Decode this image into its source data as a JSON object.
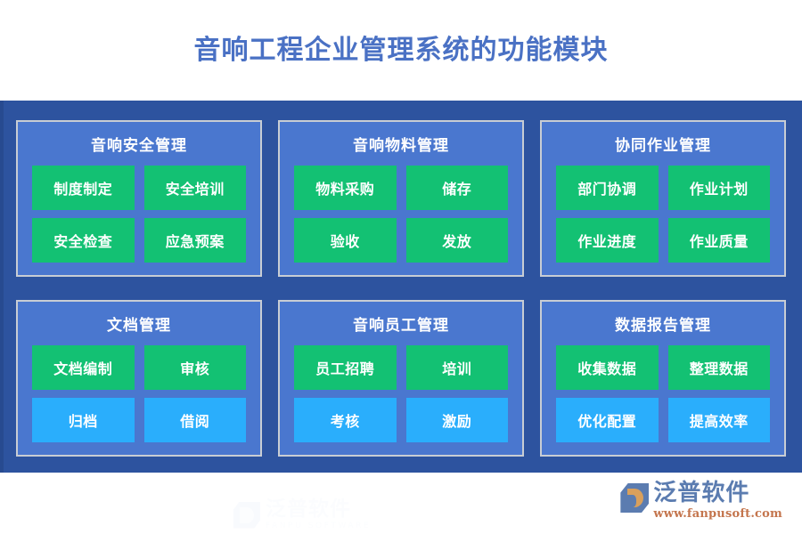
{
  "page": {
    "title": "音响工程企业管理系统的功能模块",
    "title_color": "#4a71c4",
    "panel_color": "#2d539f",
    "card_color": "#4a77cf",
    "card_border_color": "#c8cdd4",
    "green_color": "#13c173",
    "blue_color": "#2aaefc"
  },
  "watermark": {
    "cn": "泛普软件",
    "en": "FANPU SOFTWARE"
  },
  "cards": [
    {
      "title": "音响安全管理",
      "buttons": [
        {
          "label": "制度制定",
          "color": "green"
        },
        {
          "label": "安全培训",
          "color": "green"
        },
        {
          "label": "安全检查",
          "color": "green"
        },
        {
          "label": "应急预案",
          "color": "green"
        }
      ]
    },
    {
      "title": "音响物料管理",
      "buttons": [
        {
          "label": "物料采购",
          "color": "green"
        },
        {
          "label": "储存",
          "color": "green"
        },
        {
          "label": "验收",
          "color": "green"
        },
        {
          "label": "发放",
          "color": "green"
        }
      ]
    },
    {
      "title": "协同作业管理",
      "buttons": [
        {
          "label": "部门协调",
          "color": "green"
        },
        {
          "label": "作业计划",
          "color": "green"
        },
        {
          "label": "作业进度",
          "color": "green"
        },
        {
          "label": "作业质量",
          "color": "green"
        }
      ]
    },
    {
      "title": "文档管理",
      "buttons": [
        {
          "label": "文档编制",
          "color": "green"
        },
        {
          "label": "审核",
          "color": "green"
        },
        {
          "label": "归档",
          "color": "blue"
        },
        {
          "label": "借阅",
          "color": "blue"
        }
      ]
    },
    {
      "title": "音响员工管理",
      "buttons": [
        {
          "label": "员工招聘",
          "color": "green"
        },
        {
          "label": "培训",
          "color": "green"
        },
        {
          "label": "考核",
          "color": "blue"
        },
        {
          "label": "激励",
          "color": "blue"
        }
      ]
    },
    {
      "title": "数据报告管理",
      "buttons": [
        {
          "label": "收集数据",
          "color": "green"
        },
        {
          "label": "整理数据",
          "color": "green"
        },
        {
          "label": "优化配置",
          "color": "blue"
        },
        {
          "label": "提高效率",
          "color": "blue"
        }
      ]
    }
  ],
  "footer": {
    "logo_cn": "泛普软件",
    "logo_url": "www.fanpusoft.com"
  }
}
